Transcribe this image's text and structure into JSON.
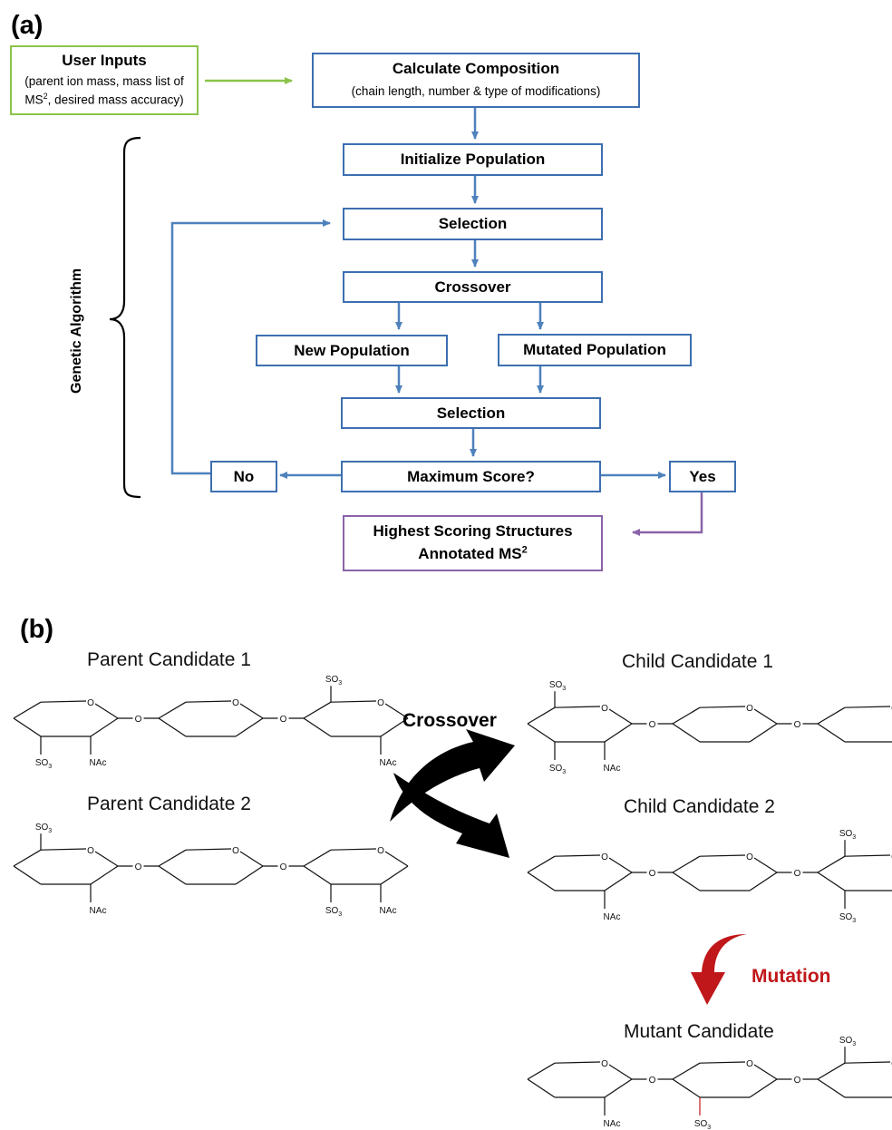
{
  "panel_a": {
    "label": "(a)",
    "user_inputs": {
      "title": "User Inputs",
      "line1": "(parent ion mass, mass list of",
      "line2_pre": "MS",
      "line2_sup": "2",
      "line2_post": ", desired mass accuracy)"
    },
    "calculate": {
      "title": "Calculate Composition",
      "subtitle": "(chain length, number & type of modifications)"
    },
    "genetic_algorithm_label": "Genetic Algorithm",
    "initialize": "Initialize Population",
    "selection_1": "Selection",
    "crossover": "Crossover",
    "new_population": "New Population",
    "mutated_population": "Mutated Population",
    "selection_2": "Selection",
    "maximum_score": "Maximum Score?",
    "no": "No",
    "yes": "Yes",
    "result": {
      "line1": "Highest Scoring Structures",
      "line2_pre": "Annotated MS",
      "line2_sup": "2"
    }
  },
  "panel_b": {
    "label": "(b)",
    "parent1": "Parent Candidate 1",
    "parent2": "Parent Candidate 2",
    "child1": "Child Candidate 1",
    "child2": "Child Candidate 2",
    "mutant": "Mutant Candidate",
    "crossover": "Crossover",
    "mutation": "Mutation",
    "ring_o": "O",
    "link_o": "O",
    "sulfate": "SO",
    "sulfate_sub": "3",
    "nac": "NAc"
  },
  "colors": {
    "flow_border": "#3d6fb0",
    "input_border": "#8bc34a",
    "result_border": "#8a63a8",
    "mutation_red": "#c0171a"
  }
}
